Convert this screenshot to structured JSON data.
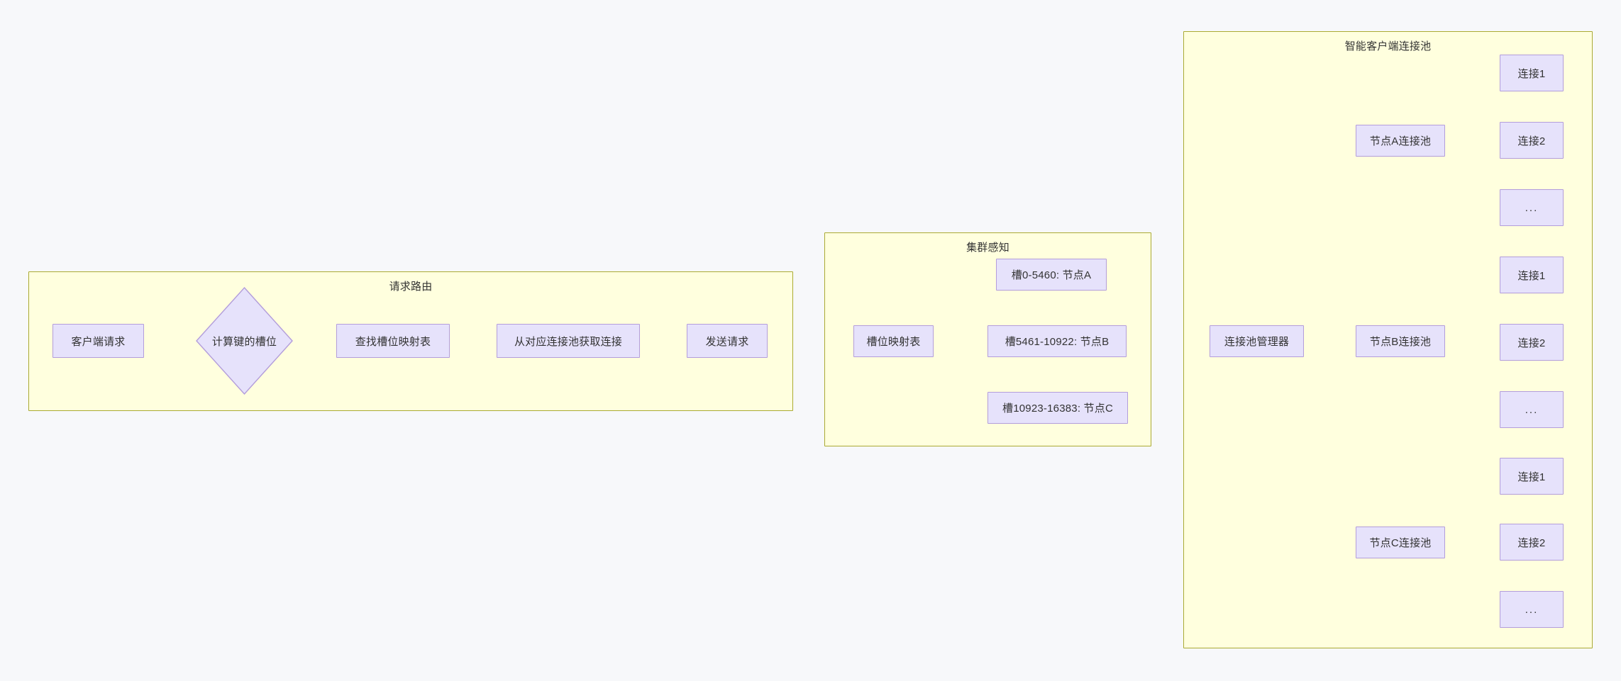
{
  "page": {
    "background_color": "#f7f8fa",
    "node_fill": "#e6e2fb",
    "node_border": "#b39ddb",
    "subgraph_fill": "#ffffde",
    "subgraph_border": "#aaaa33",
    "edge_color": "#333333",
    "text_color": "#333333"
  },
  "subgraphs": [
    {
      "id": "request-routing",
      "title": "请求路由",
      "nodes": [
        {
          "id": "client-request",
          "label": "客户端请求",
          "shape": "rect"
        },
        {
          "id": "compute-key-slot",
          "label": "计算键的槽位",
          "shape": "rhombus"
        },
        {
          "id": "lookup-slot-map",
          "label": "查找槽位映射表",
          "shape": "rect"
        },
        {
          "id": "get-conn-from-pool",
          "label": "从对应连接池获取连接",
          "shape": "rect"
        },
        {
          "id": "send-request",
          "label": "发送请求",
          "shape": "rect"
        }
      ],
      "edges": [
        {
          "from": "client-request",
          "to": "compute-key-slot"
        },
        {
          "from": "compute-key-slot",
          "to": "lookup-slot-map"
        },
        {
          "from": "lookup-slot-map",
          "to": "get-conn-from-pool"
        },
        {
          "from": "get-conn-from-pool",
          "to": "send-request"
        }
      ]
    },
    {
      "id": "cluster-awareness",
      "title": "集群感知",
      "nodes": [
        {
          "id": "slot-map-table",
          "label": "槽位映射表",
          "shape": "rect"
        },
        {
          "id": "slot-a",
          "label": "槽0-5460: 节点A",
          "shape": "rect"
        },
        {
          "id": "slot-b",
          "label": "槽5461-10922: 节点B",
          "shape": "rect"
        },
        {
          "id": "slot-c",
          "label": "槽10923-16383: 节点C",
          "shape": "rect"
        }
      ],
      "edges": [
        {
          "from": "slot-map-table",
          "to": "slot-a"
        },
        {
          "from": "slot-map-table",
          "to": "slot-b"
        },
        {
          "from": "slot-map-table",
          "to": "slot-c"
        }
      ]
    },
    {
      "id": "smart-client-pool",
      "title": "智能客户端连接池",
      "nodes": [
        {
          "id": "pool-manager",
          "label": "连接池管理器",
          "shape": "rect"
        },
        {
          "id": "pool-node-a",
          "label": "节点A连接池",
          "shape": "rect"
        },
        {
          "id": "pool-node-b",
          "label": "节点B连接池",
          "shape": "rect"
        },
        {
          "id": "pool-node-c",
          "label": "节点C连接池",
          "shape": "rect"
        },
        {
          "id": "conn-a1",
          "label": "连接1",
          "shape": "rect"
        },
        {
          "id": "conn-a2",
          "label": "连接2",
          "shape": "rect"
        },
        {
          "id": "conn-a3",
          "label": "...",
          "shape": "rect"
        },
        {
          "id": "conn-b1",
          "label": "连接1",
          "shape": "rect"
        },
        {
          "id": "conn-b2",
          "label": "连接2",
          "shape": "rect"
        },
        {
          "id": "conn-b3",
          "label": "...",
          "shape": "rect"
        },
        {
          "id": "conn-c1",
          "label": "连接1",
          "shape": "rect"
        },
        {
          "id": "conn-c2",
          "label": "连接2",
          "shape": "rect"
        },
        {
          "id": "conn-c3",
          "label": "...",
          "shape": "rect"
        }
      ],
      "edges": [
        {
          "from": "pool-manager",
          "to": "pool-node-a"
        },
        {
          "from": "pool-manager",
          "to": "pool-node-b"
        },
        {
          "from": "pool-manager",
          "to": "pool-node-c"
        },
        {
          "from": "pool-node-a",
          "to": "conn-a1"
        },
        {
          "from": "pool-node-a",
          "to": "conn-a2"
        },
        {
          "from": "pool-node-a",
          "to": "conn-a3"
        },
        {
          "from": "pool-node-b",
          "to": "conn-b1"
        },
        {
          "from": "pool-node-b",
          "to": "conn-b2"
        },
        {
          "from": "pool-node-b",
          "to": "conn-b3"
        },
        {
          "from": "pool-node-c",
          "to": "conn-c1"
        },
        {
          "from": "pool-node-c",
          "to": "conn-c2"
        },
        {
          "from": "pool-node-c",
          "to": "conn-c3"
        }
      ]
    }
  ]
}
